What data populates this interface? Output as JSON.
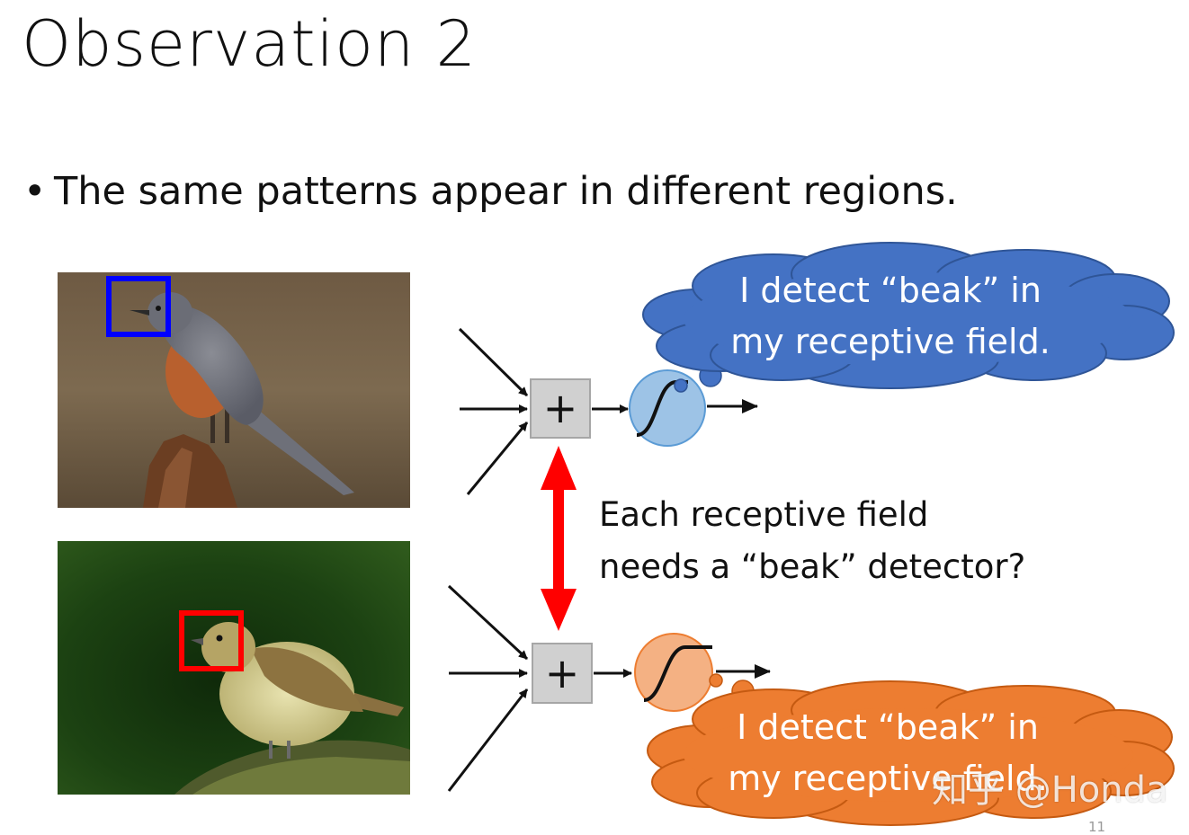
{
  "title": "Observation 2",
  "bullet": "The same patterns appear in different regions.",
  "top_cloud": {
    "line1": "I detect “beak” in",
    "line2": "my receptive field.",
    "color": "#4472C4"
  },
  "bottom_cloud": {
    "line1": "I detect “beak” in",
    "line2": "my receptive field.",
    "color": "#ED7D31"
  },
  "middle_note": {
    "line1": "Each receptive field",
    "line2": "needs a “beak” detector?"
  },
  "sum_node_symbol": "+",
  "watermark": "知乎 @Honda",
  "page_number": "11",
  "colors": {
    "blue_box": "#0000FF",
    "red_box": "#FF0000",
    "arrow_red": "#FF0000",
    "neuron_blue": "#9DC3E6",
    "neuron_orange": "#F4B183"
  }
}
